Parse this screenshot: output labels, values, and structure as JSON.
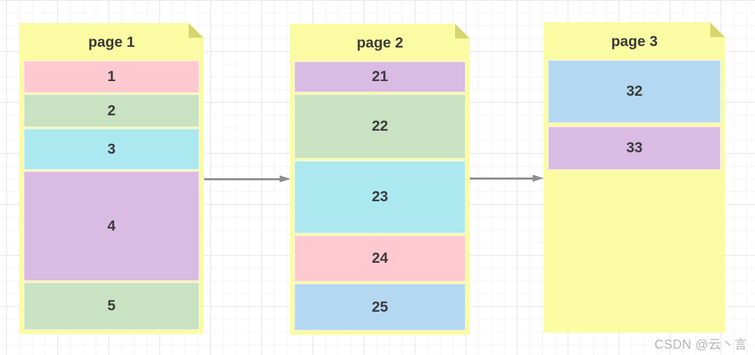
{
  "diagram": {
    "title": "linked pages with records",
    "colors": {
      "page_yellow": "#fbfba3",
      "fold_yellow": "#d6d66f",
      "pink": "#ffc9d1",
      "green": "#c8e2c2",
      "cyan": "#ace8ef",
      "purple": "#d9bbe3",
      "blue": "#b4d8f2",
      "arrow_gray": "#8f8f8f",
      "row_text": "#3a3a3a",
      "watermark_gray": "#b5b5b5"
    },
    "pages": [
      {
        "id": "page-1",
        "title": "page 1",
        "rows": [
          {
            "label": "1",
            "color": "pink",
            "height": 46
          },
          {
            "label": "2",
            "color": "green",
            "height": 47
          },
          {
            "label": "3",
            "color": "cyan",
            "height": 59
          },
          {
            "label": "4",
            "color": "purple",
            "height": 157
          },
          {
            "label": "5",
            "color": "green",
            "height": 68
          }
        ]
      },
      {
        "id": "page-2",
        "title": "page 2",
        "rows": [
          {
            "label": "21",
            "color": "purple",
            "height": 44
          },
          {
            "label": "22",
            "color": "green",
            "height": 92
          },
          {
            "label": "23",
            "color": "cyan",
            "height": 104
          },
          {
            "label": "24",
            "color": "pink",
            "height": 66
          },
          {
            "label": "25",
            "color": "blue",
            "height": 67
          }
        ]
      },
      {
        "id": "page-3",
        "title": "page 3",
        "rows": [
          {
            "label": "32",
            "color": "blue",
            "height": 90
          },
          {
            "label": "33",
            "color": "purple",
            "height": 62
          }
        ]
      }
    ],
    "arrows": [
      {
        "from": "page 1",
        "to": "page 2"
      },
      {
        "from": "page 2",
        "to": "page 3"
      }
    ]
  },
  "watermark": {
    "text": "CSDN @云丶言"
  }
}
